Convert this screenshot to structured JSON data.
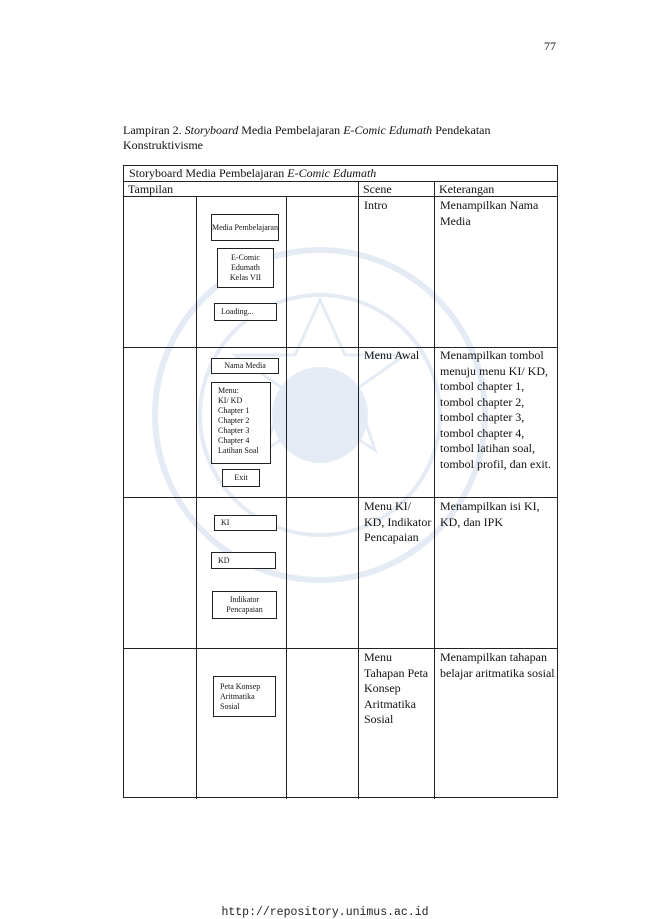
{
  "page_number": "77",
  "caption": {
    "prefix": "Lampiran 2. ",
    "italic1": "Storyboard",
    "mid": " Media Pembelajaran ",
    "italic2": "E-Comic Edumath",
    "suffix": " Pendekatan Konstruktivisme"
  },
  "table": {
    "title_prefix": "Storyboard Media Pembelajaran ",
    "title_italic": "E-Comic Edumath",
    "headers": [
      "Tampilan",
      "Scene",
      "Keterangan"
    ],
    "rows": [
      {
        "scene": "Intro",
        "keterangan": "Menampilkan Nama Media",
        "mock": [
          "Media Pembelajaran",
          "E-Comic Edumath Kelas VII",
          "Loading..."
        ]
      },
      {
        "scene": "Menu Awal",
        "keterangan": "Menampilkan tombol menuju menu KI/ KD, tombol chapter 1, tombol chapter 2, tombol chapter 3, tombol chapter 4, tombol latihan soal, tombol profil, dan exit.",
        "mock_title": "Nama Media",
        "mock_menu": [
          "Menu:",
          "KI/ KD",
          "Chapter 1",
          "Chapter 2",
          "Chapter 3",
          "Chapter 4",
          "Latihan Soal"
        ],
        "mock_exit": "Exit"
      },
      {
        "scene": "Menu KI/ KD, Indikator Pencapaian",
        "keterangan": "Menampilkan isi KI, KD, dan IPK",
        "mock": [
          "KI",
          "KD",
          "Indikator Pencapaian"
        ]
      },
      {
        "scene": "Menu Tahapan Peta Konsep Aritmatika Sosial",
        "keterangan": "Menampilkan tahapan belajar aritmatika sosial",
        "mock": [
          "Peta Konsep Aritmatika Sosial"
        ]
      }
    ]
  },
  "footer_url": "http://repository.unimus.ac.id",
  "colors": {
    "text": "#111111",
    "border": "#222222",
    "watermark": "#3a6fb5"
  }
}
